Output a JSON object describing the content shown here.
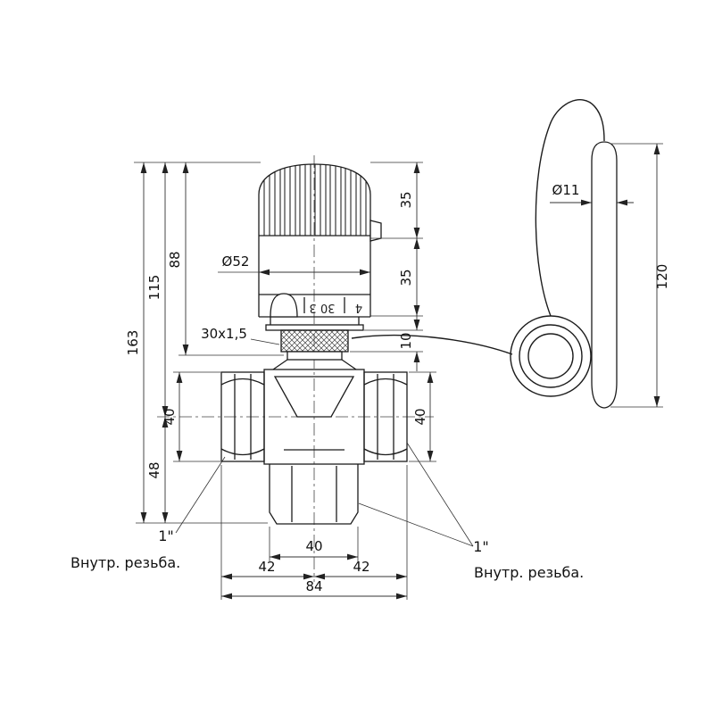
{
  "page": {
    "background": "#ffffff",
    "line_color": "#1c1c1c"
  },
  "dimensions": {
    "overall_height": "163",
    "upper_section": "115",
    "head_section": "88",
    "lower_section": "48",
    "head_top": "35",
    "head_mid": "35",
    "thread_length": "10",
    "head_diameter": "Ø52",
    "thread_spec": "30x1,5",
    "left_port_size": "40",
    "right_port_size": "40",
    "outlet_width": "40",
    "left_span": "42",
    "right_span": "42",
    "total_width": "84",
    "sensor_diameter": "Ø11",
    "sensor_length": "120"
  },
  "dial": {
    "numbers": "30 3",
    "number_right": "4"
  },
  "connections": {
    "left": {
      "size": "1\"",
      "label": "Внутр. резьба."
    },
    "right": {
      "size": "1\"",
      "label": "Внутр. резьба."
    }
  }
}
